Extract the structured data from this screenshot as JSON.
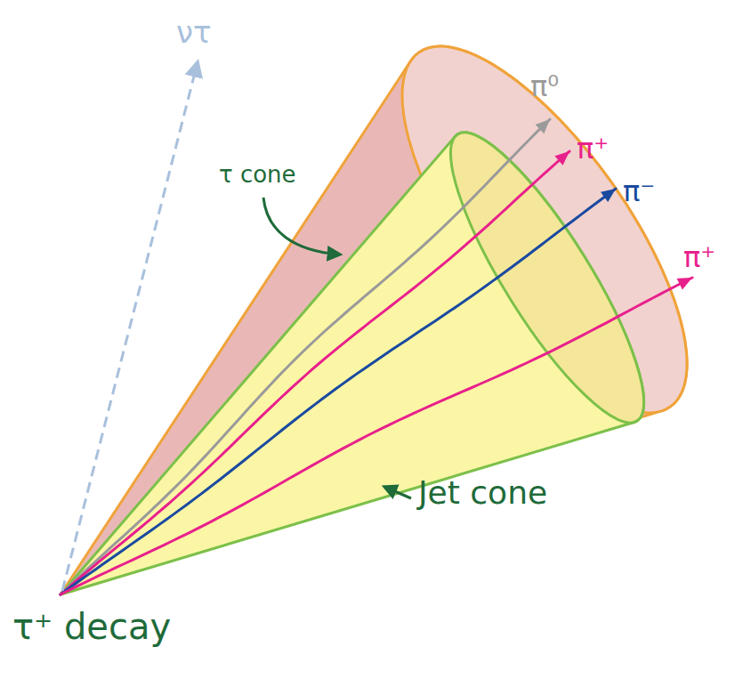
{
  "diagram": {
    "labels": [
      "ντ",
      "π⁰",
      "π⁺",
      "π⁻",
      "π⁺",
      "τ cone",
      "Jet cone",
      "τ⁺ decay"
    ]
  }
}
